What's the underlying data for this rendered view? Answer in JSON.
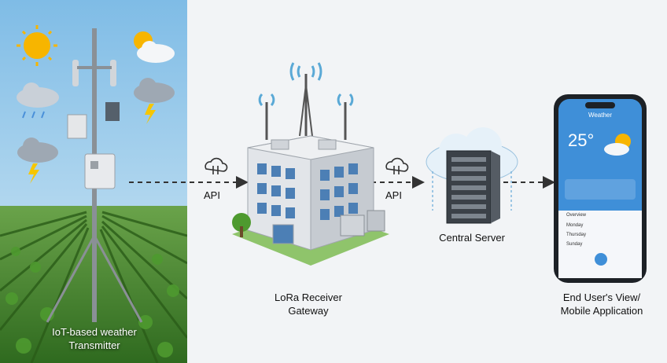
{
  "nodes": {
    "station": {
      "lines": [
        "IoT-based weather",
        "Transmitter"
      ]
    },
    "gateway": {
      "lines": [
        "LoRa Receiver",
        "Gateway"
      ]
    },
    "server": {
      "lines": [
        "Central Server"
      ]
    },
    "user": {
      "lines": [
        "End User's View/",
        "Mobile Application"
      ]
    }
  },
  "edges": [
    {
      "from": "station",
      "to": "gateway",
      "label": "API"
    },
    {
      "from": "gateway",
      "to": "server",
      "label": "API"
    },
    {
      "from": "server",
      "to": "user",
      "label": ""
    }
  ],
  "phone": {
    "temperature": "25°",
    "header": "Weather",
    "overview_title": "Overview",
    "days": [
      "Monday",
      "Thursday",
      "Sunday"
    ]
  },
  "colors": {
    "sky": "#a9d3ee",
    "field": "#3f7d2a",
    "arrow": "#333333",
    "phone_screen": "#3f8fd8",
    "building": "#d9dde2",
    "window": "#4c7fb5"
  }
}
